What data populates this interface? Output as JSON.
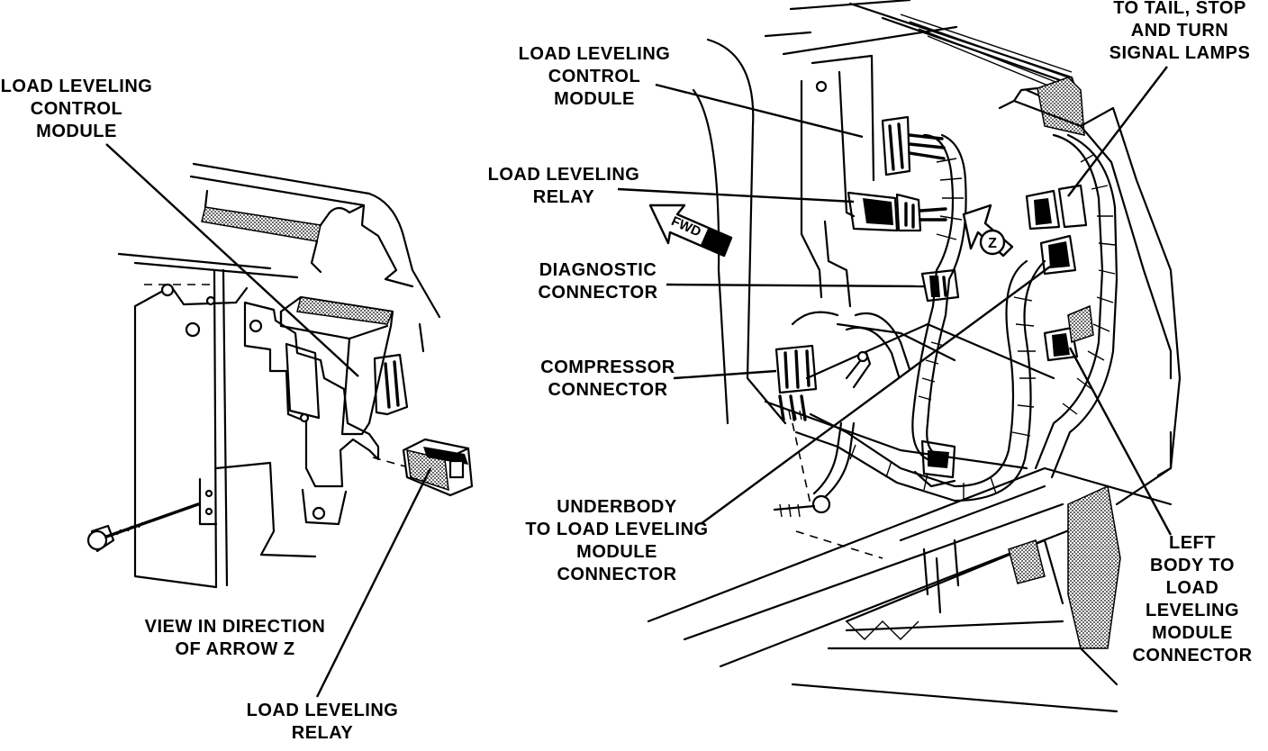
{
  "labels": {
    "left_module": [
      "LOAD LEVELING",
      "CONTROL",
      "MODULE"
    ],
    "left_view": [
      "VIEW IN DIRECTION",
      "OF ARROW Z"
    ],
    "left_relay": [
      "LOAD LEVELING",
      "RELAY"
    ],
    "right_module": [
      "LOAD LEVELING",
      "CONTROL",
      "MODULE"
    ],
    "right_relay": [
      "LOAD LEVELING",
      "RELAY"
    ],
    "diagnostic": [
      "DIAGNOSTIC",
      "CONNECTOR"
    ],
    "compressor": [
      "COMPRESSOR",
      "CONNECTOR"
    ],
    "underbody": [
      "UNDERBODY",
      "TO LOAD LEVELING",
      "MODULE",
      "CONNECTOR"
    ],
    "tail_lamps": [
      "TO TAIL, STOP",
      "AND TURN",
      "SIGNAL LAMPS"
    ],
    "left_body": [
      "LEFT",
      "BODY TO",
      "LOAD",
      "LEVELING",
      "MODULE",
      "CONNECTOR"
    ]
  },
  "arrows": {
    "fwd": "FWD",
    "z": "Z"
  }
}
